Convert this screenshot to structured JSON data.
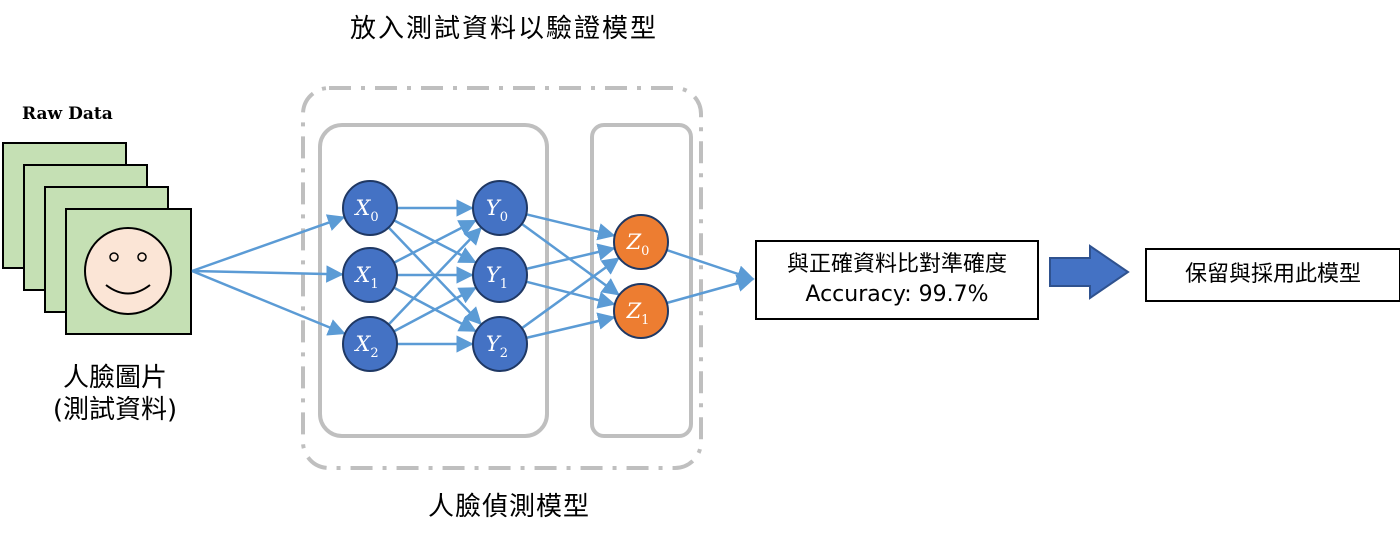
{
  "title": "放入測試資料以驗證模型",
  "raw_data_label": "Raw Data",
  "face_label": {
    "line1": "人臉圖片",
    "line2": "(測試資料)"
  },
  "model_label": "人臉偵測模型",
  "nodes": {
    "input": [
      {
        "base": "X",
        "sub": "0"
      },
      {
        "base": "X",
        "sub": "1"
      },
      {
        "base": "X",
        "sub": "2"
      }
    ],
    "hidden": [
      {
        "base": "Y",
        "sub": "0"
      },
      {
        "base": "Y",
        "sub": "1"
      },
      {
        "base": "Y",
        "sub": "2"
      }
    ],
    "output": [
      {
        "base": "Z",
        "sub": "0"
      },
      {
        "base": "Z",
        "sub": "1"
      }
    ]
  },
  "accuracy_box": {
    "line1": "與正確資料比對準確度",
    "line2": "Accuracy: 99.7%"
  },
  "result_box": {
    "label": "保留與採用此模型"
  },
  "colors": {
    "node_blue": "#4472c4",
    "node_orange": "#ed7d31",
    "arrow": "#5b9bd5",
    "image_green": "#c5e0b4",
    "face_fill": "#fbe5d6",
    "frame_gray": "#bfbfbf",
    "block_arrow": "#4472c4"
  }
}
